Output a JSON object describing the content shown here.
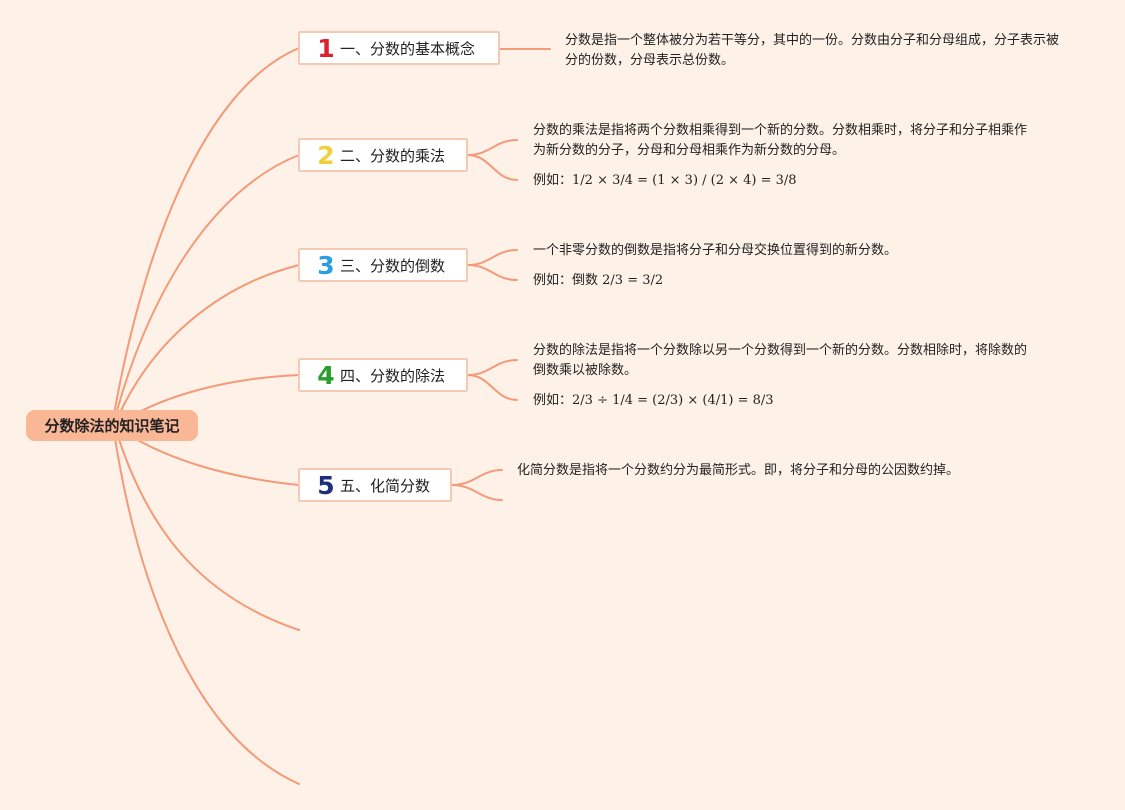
{
  "root": {
    "label": "分数除法的知识笔记"
  },
  "topics": [
    {
      "num": "1",
      "num_color": "#d9232e",
      "title": "一、分数的基本概念",
      "text": "分数是指一个整体被分为若干等分，其中的一份。分数由分子和分母组成，分子表示被分的份数，分母表示总份数。"
    },
    {
      "num": "2",
      "num_color": "#f2cf3a",
      "title": "二、分数的乘法",
      "text": "分数的乘法是指将两个分数相乘得到一个新的分数。分数相乘时，将分子和分子相乘作为新分数的分子，分母和分母相乘作为新分数的分母。",
      "example_label": "例如：",
      "example_value": "1/2 × 3/4 = (1 × 3) / (2 × 4) = 3/8"
    },
    {
      "num": "3",
      "num_color": "#2a9fe0",
      "title": "三、分数的倒数",
      "text": "一个非零分数的倒数是指将分子和分母交换位置得到的新分数。",
      "example_label": "例如：倒数",
      "example_value": "2/3 = 3/2"
    },
    {
      "num": "4",
      "num_color": "#2a9d2c",
      "title": "四、分数的除法",
      "text": "分数的除法是指将一个分数除以另一个分数得到一个新的分数。分数相除时，将除数的倒数乘以被除数。",
      "example_label": "例如：",
      "example_value": "2/3 ÷ 1/4 = (2/3) × (4/1) = 8/3"
    },
    {
      "num": "5",
      "num_color": "#1d2f7a",
      "title": "五、化简分数",
      "text": "化简分数是指将一个分数约分为最简形式。即，将分子和分母的公因数约掉。"
    }
  ],
  "colors": {
    "line": "#f39a78",
    "background": "#fdf1e8",
    "root_fill": "#f9b796"
  }
}
